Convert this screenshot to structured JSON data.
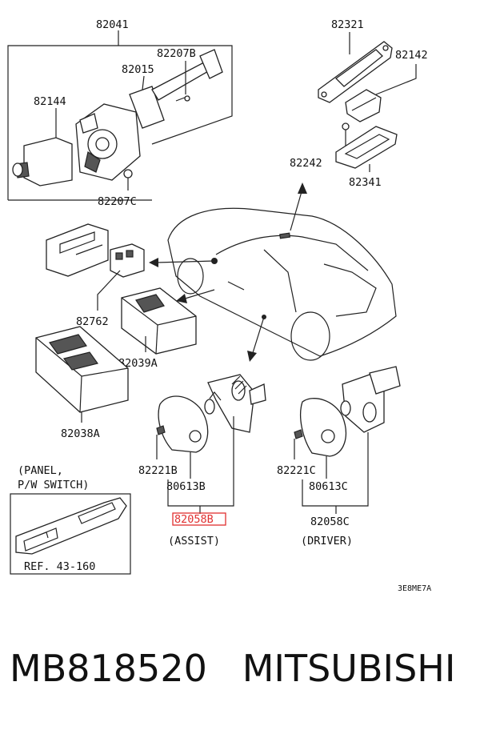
{
  "labels": {
    "p82041": "82041",
    "p82207B": "82207B",
    "p82015": "82015",
    "p82144": "82144",
    "p82207C": "82207C",
    "p82321": "82321",
    "p82142": "82142",
    "p82242": "82242",
    "p82341": "82341",
    "p82762": "82762",
    "p82039A": "82039A",
    "p82038A": "82038A",
    "p82221B": "82221B",
    "p80613B": "80613B",
    "p82058B": "82058B",
    "assist": "(ASSIST)",
    "p82221C": "82221C",
    "p80613C": "80613C",
    "p82058C": "82058C",
    "driver": "(DRIVER)",
    "panel_line1": "(PANEL,",
    "panel_line2": "P/W SWITCH)",
    "ref": "REF. 43-160",
    "diagram_code": "3E8ME7A"
  },
  "footer": {
    "part_number": "MB818520",
    "brand": "MITSUBISHI"
  },
  "highlight_color": "#e03030"
}
